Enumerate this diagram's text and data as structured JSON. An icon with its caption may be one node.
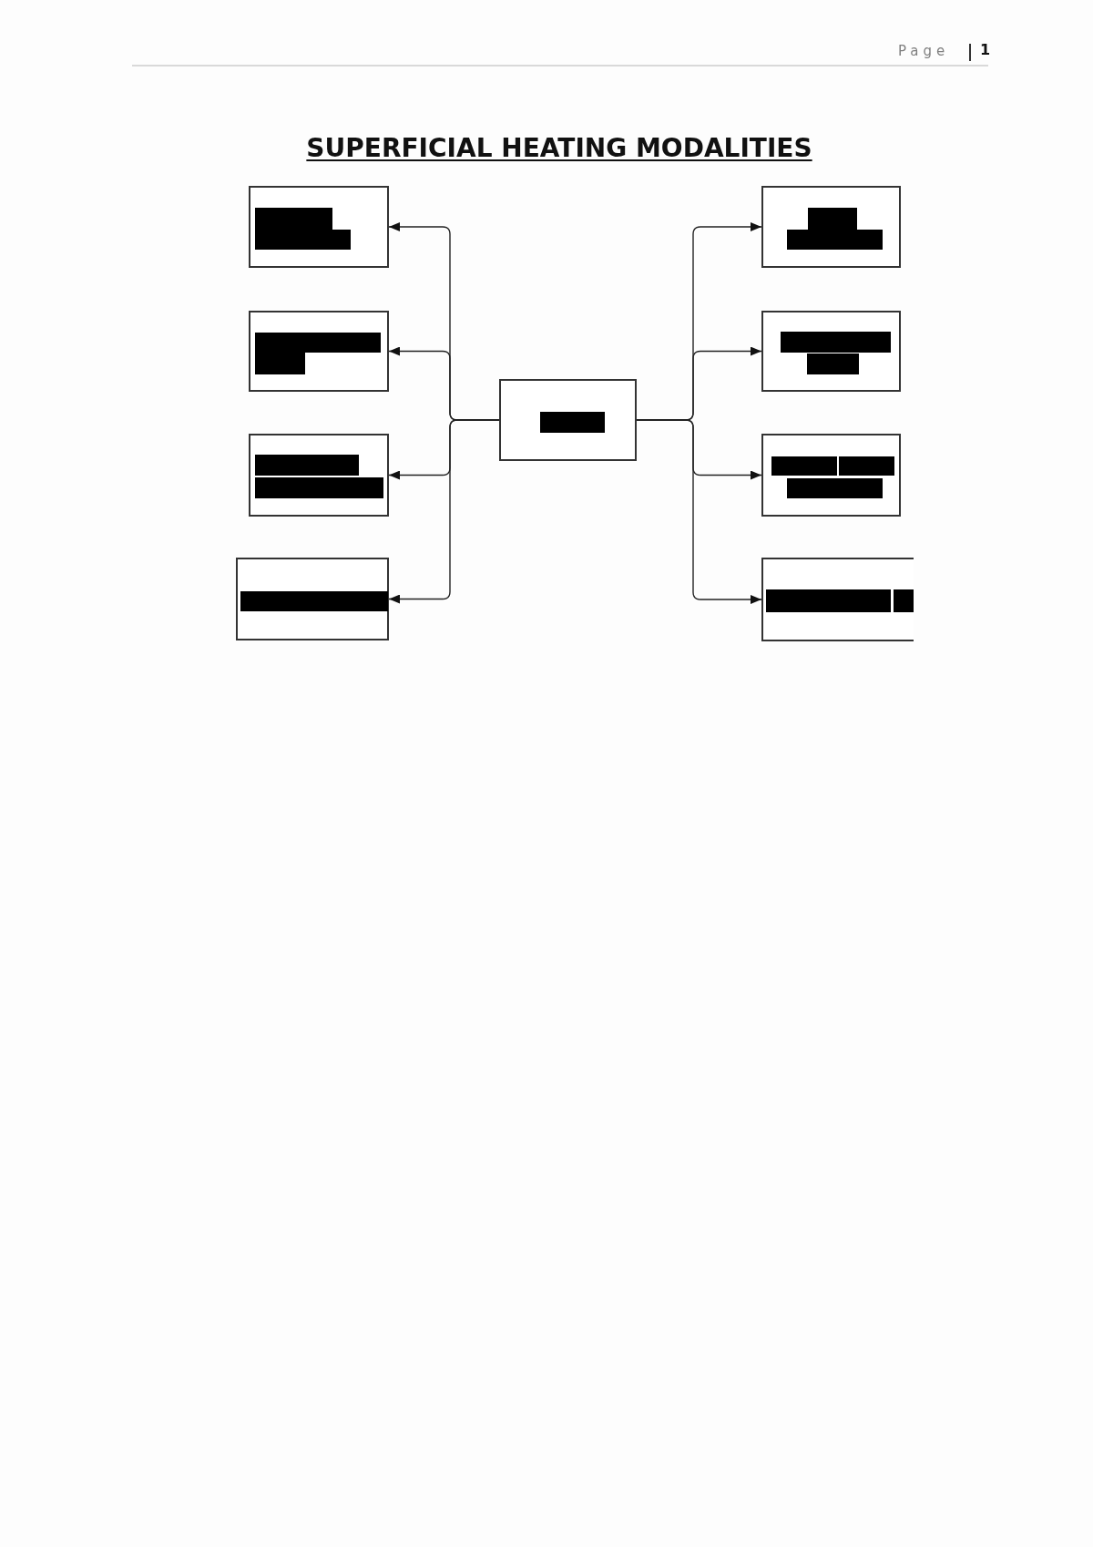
{
  "diagram": {
    "title": "SUPERFICIAL HEATING MODALITIES",
    "nodes": [
      {
        "text": [],
        "shape": "box"
      },
      {
        "text": [],
        "shape": "box"
      },
      {
        "text": [],
        "shape": "box"
      },
      {
        "text": [],
        "shape": "box"
      },
      {
        "text": [],
        "shape": "box"
      },
      {
        "text": [],
        "shape": "box"
      },
      {
        "text": [],
        "shape": "box"
      },
      {
        "text": [],
        "shape": "box"
      },
      {
        "text": [],
        "shape": "box"
      }
    ],
    "edges": [
      {
        "from": 4,
        "to": 0,
        "arrow": "to"
      },
      {
        "from": 4,
        "to": 1,
        "arrow": "to"
      },
      {
        "from": 4,
        "to": 2,
        "arrow": "to"
      },
      {
        "from": 4,
        "to": 3,
        "arrow": "to"
      },
      {
        "from": 4,
        "to": 5,
        "arrow": "to"
      },
      {
        "from": 4,
        "to": 6,
        "arrow": "to"
      },
      {
        "from": 4,
        "to": 7,
        "arrow": "to"
      },
      {
        "from": 4,
        "to": 8,
        "arrow": "to"
      }
    ],
    "labels": [
      "Page",
      "1"
    ]
  }
}
